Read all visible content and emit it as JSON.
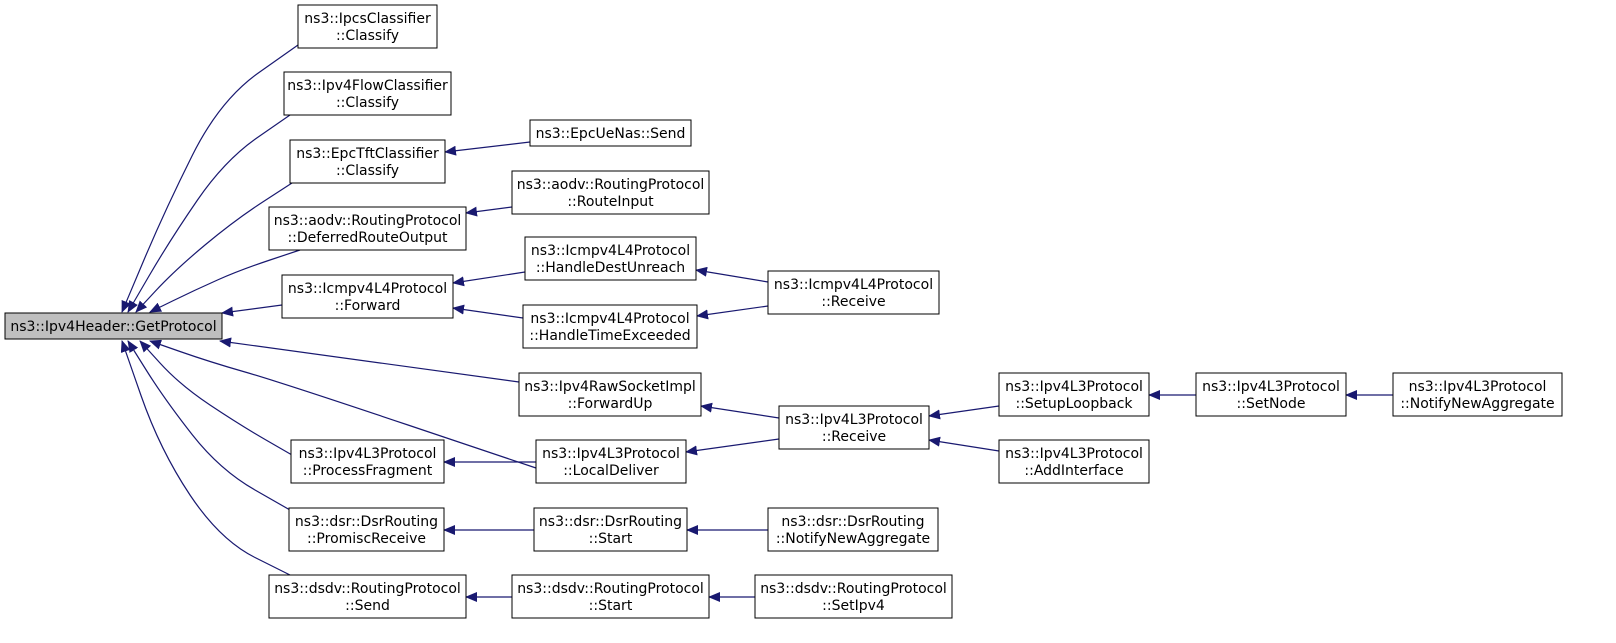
{
  "graph": {
    "edge_color": "#191970",
    "root_fill": "#bfbfbf",
    "node_fill": "#ffffff",
    "nodes": [
      {
        "id": "getprotocol",
        "lines": [
          "ns3::Ipv4Header::GetProtocol"
        ],
        "root": true
      },
      {
        "id": "ipcs",
        "lines": [
          "ns3::IpcsClassifier",
          "::Classify"
        ]
      },
      {
        "id": "ipv4flow",
        "lines": [
          "ns3::Ipv4FlowClassifier",
          "::Classify"
        ]
      },
      {
        "id": "epctft",
        "lines": [
          "ns3::EpcTftClassifier",
          "::Classify"
        ]
      },
      {
        "id": "epcue",
        "lines": [
          "ns3::EpcUeNas::Send"
        ]
      },
      {
        "id": "aodvroute",
        "lines": [
          "ns3::aodv::RoutingProtocol",
          "::RouteInput"
        ]
      },
      {
        "id": "aodvdeferred",
        "lines": [
          "ns3::aodv::RoutingProtocol",
          "::DeferredRouteOutput"
        ]
      },
      {
        "id": "icmpforward",
        "lines": [
          "ns3::Icmpv4L4Protocol",
          "::Forward"
        ]
      },
      {
        "id": "icmpdest",
        "lines": [
          "ns3::Icmpv4L4Protocol",
          "::HandleDestUnreach"
        ]
      },
      {
        "id": "icmptime",
        "lines": [
          "ns3::Icmpv4L4Protocol",
          "::HandleTimeExceeded"
        ]
      },
      {
        "id": "icmpreceive",
        "lines": [
          "ns3::Icmpv4L4Protocol",
          "::Receive"
        ]
      },
      {
        "id": "rawforward",
        "lines": [
          "ns3::Ipv4RawSocketImpl",
          "::ForwardUp"
        ]
      },
      {
        "id": "l3receive",
        "lines": [
          "ns3::Ipv4L3Protocol",
          "::Receive"
        ]
      },
      {
        "id": "l3setup",
        "lines": [
          "ns3::Ipv4L3Protocol",
          "::SetupLoopback"
        ]
      },
      {
        "id": "l3setnode",
        "lines": [
          "ns3::Ipv4L3Protocol",
          "::SetNode"
        ]
      },
      {
        "id": "l3notify",
        "lines": [
          "ns3::Ipv4L3Protocol",
          "::NotifyNewAggregate"
        ]
      },
      {
        "id": "l3addif",
        "lines": [
          "ns3::Ipv4L3Protocol",
          "::AddInterface"
        ]
      },
      {
        "id": "l3local",
        "lines": [
          "ns3::Ipv4L3Protocol",
          "::LocalDeliver"
        ]
      },
      {
        "id": "l3frag",
        "lines": [
          "ns3::Ipv4L3Protocol",
          "::ProcessFragment"
        ]
      },
      {
        "id": "dsrpromisc",
        "lines": [
          "ns3::dsr::DsrRouting",
          "::PromiscReceive"
        ]
      },
      {
        "id": "dsrstart",
        "lines": [
          "ns3::dsr::DsrRouting",
          "::Start"
        ]
      },
      {
        "id": "dsrnotify",
        "lines": [
          "ns3::dsr::DsrRouting",
          "::NotifyNewAggregate"
        ]
      },
      {
        "id": "dsdvsend",
        "lines": [
          "ns3::dsdv::RoutingProtocol",
          "::Send"
        ]
      },
      {
        "id": "dsdvstart",
        "lines": [
          "ns3::dsdv::RoutingProtocol",
          "::Start"
        ]
      },
      {
        "id": "dsdvsetipv4",
        "lines": [
          "ns3::dsdv::RoutingProtocol",
          "::SetIpv4"
        ]
      }
    ],
    "edges": [
      {
        "from": "ipcs",
        "to": "getprotocol"
      },
      {
        "from": "ipv4flow",
        "to": "getprotocol"
      },
      {
        "from": "epctft",
        "to": "getprotocol"
      },
      {
        "from": "aodvdeferred",
        "to": "getprotocol"
      },
      {
        "from": "icmpforward",
        "to": "getprotocol"
      },
      {
        "from": "rawforward",
        "to": "getprotocol"
      },
      {
        "from": "l3local",
        "to": "getprotocol"
      },
      {
        "from": "l3frag",
        "to": "getprotocol"
      },
      {
        "from": "dsrpromisc",
        "to": "getprotocol"
      },
      {
        "from": "dsdvsend",
        "to": "getprotocol"
      },
      {
        "from": "epcue",
        "to": "epctft"
      },
      {
        "from": "aodvroute",
        "to": "aodvdeferred"
      },
      {
        "from": "icmpdest",
        "to": "icmpforward"
      },
      {
        "from": "icmptime",
        "to": "icmpforward"
      },
      {
        "from": "icmpreceive",
        "to": "icmpdest"
      },
      {
        "from": "icmpreceive",
        "to": "icmptime"
      },
      {
        "from": "l3receive",
        "to": "rawforward"
      },
      {
        "from": "l3receive",
        "to": "l3local"
      },
      {
        "from": "l3setup",
        "to": "l3receive"
      },
      {
        "from": "l3addif",
        "to": "l3receive"
      },
      {
        "from": "l3setnode",
        "to": "l3setup"
      },
      {
        "from": "l3notify",
        "to": "l3setnode"
      },
      {
        "from": "l3local",
        "to": "l3frag"
      },
      {
        "from": "dsrstart",
        "to": "dsrpromisc"
      },
      {
        "from": "dsrnotify",
        "to": "dsrstart"
      },
      {
        "from": "dsdvstart",
        "to": "dsdvsend"
      },
      {
        "from": "dsdvsetipv4",
        "to": "dsdvstart"
      }
    ]
  }
}
